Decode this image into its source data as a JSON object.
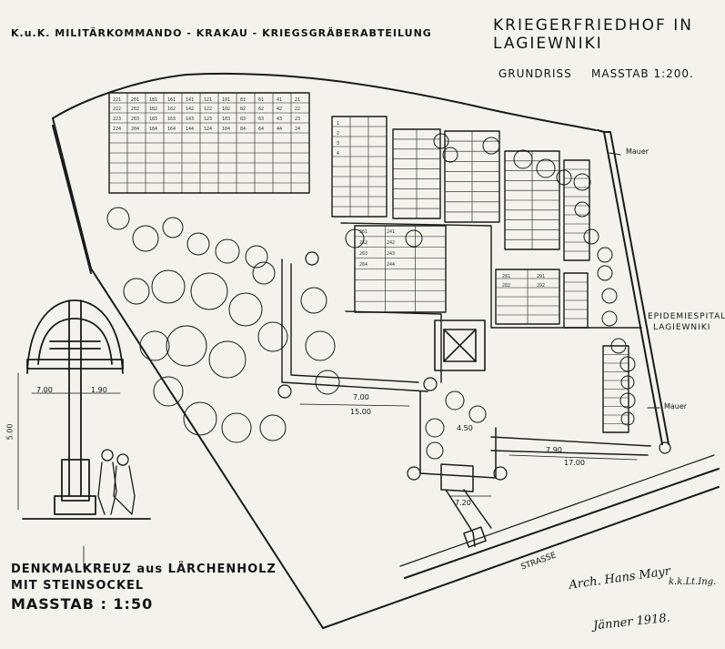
{
  "header": {
    "command": "K.u.K. MILITÄRKOMMANDO - KRAKAU - KRIEGSGRÄBERABTEILUNG",
    "cemetery_title_1": "KRIEGERFRIEDHOF IN",
    "cemetery_title_2": "LAGIEWNIKI",
    "plan_label": "GRUNDRISS",
    "scale": "MASSTAB 1:200."
  },
  "labels": {
    "wall_top": "Mauer",
    "wall_right": "Mauer",
    "hospital_1": "EPIDEMIESPITAL",
    "hospital_2": "LAGIEWNIKI",
    "street": "STRASSE",
    "dim_1500": "15.00",
    "dim_1700": "17.00",
    "dim_720": "7.20",
    "dim_450": "4.50",
    "dim_s700": "7.00",
    "dim_s790": "7.90"
  },
  "elevation": {
    "caption_1": "DENKMALKREUZ aus LÄRCHENHOLZ",
    "caption_2": "MIT STEINSOCKEL",
    "scale": "MASSTAB : 1:50",
    "dim_left": "7.00",
    "dim_right": "1.90",
    "dim_height": "5.00"
  },
  "signature": {
    "architect": "Arch. Hans Mayr",
    "rank": "k.k.Lt.Ing.",
    "date": "Jänner 1918."
  },
  "grave_numbers": [
    "221",
    "201",
    "181",
    "161",
    "141",
    "121",
    "101",
    "81",
    "61",
    "41",
    "21",
    "1",
    "222",
    "202",
    "182",
    "162",
    "142",
    "122",
    "102",
    "82",
    "62",
    "42",
    "22",
    "2",
    "223",
    "203",
    "183",
    "163",
    "143",
    "123",
    "103",
    "83",
    "63",
    "43",
    "23",
    "3",
    "224",
    "204",
    "184",
    "164",
    "144",
    "124",
    "104",
    "84",
    "64",
    "44",
    "24",
    "4",
    "261",
    "241",
    "262",
    "242",
    "263",
    "243",
    "264",
    "244",
    "281",
    "291",
    "282",
    "292"
  ]
}
